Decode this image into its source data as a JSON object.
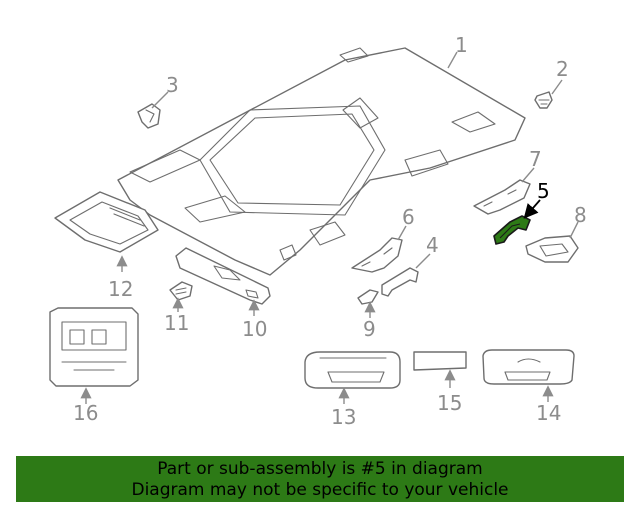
{
  "diagram": {
    "callouts": {
      "c1": "1",
      "c2": "2",
      "c3": "3",
      "c4": "4",
      "c5": "5",
      "c6": "6",
      "c7": "7",
      "c8": "8",
      "c9": "9",
      "c10": "10",
      "c11": "11",
      "c12": "12",
      "c13": "13",
      "c14": "14",
      "c15": "15",
      "c16": "16"
    },
    "highlighted_part": "5",
    "highlight_color": "#2d7a16"
  },
  "banner": {
    "line1": "Part or sub-assembly is #5 in diagram",
    "line2": "Diagram may not be specific to your vehicle",
    "background": "#2d7a16"
  }
}
